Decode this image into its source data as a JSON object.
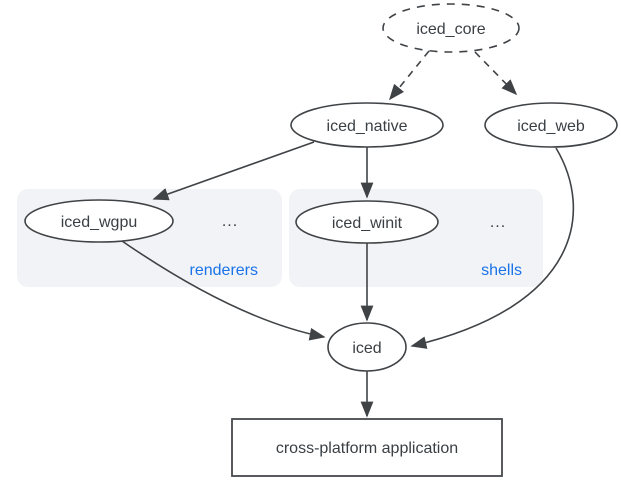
{
  "diagram": {
    "nodes": {
      "iced_core": {
        "label": "iced_core"
      },
      "iced_native": {
        "label": "iced_native"
      },
      "iced_web": {
        "label": "iced_web"
      },
      "iced_wgpu": {
        "label": "iced_wgpu"
      },
      "iced_winit": {
        "label": "iced_winit"
      },
      "iced": {
        "label": "iced"
      },
      "app": {
        "label": "cross-platform application"
      }
    },
    "groups": {
      "renderers": {
        "label": "renderers",
        "ellipsis": "..."
      },
      "shells": {
        "label": "shells",
        "ellipsis": "..."
      }
    },
    "colors": {
      "background": "#ffffff",
      "node_stroke": "#404346",
      "node_text": "#3a3f44",
      "group_fill": "#f1f3f6",
      "group_label": "#1a73e8"
    }
  }
}
